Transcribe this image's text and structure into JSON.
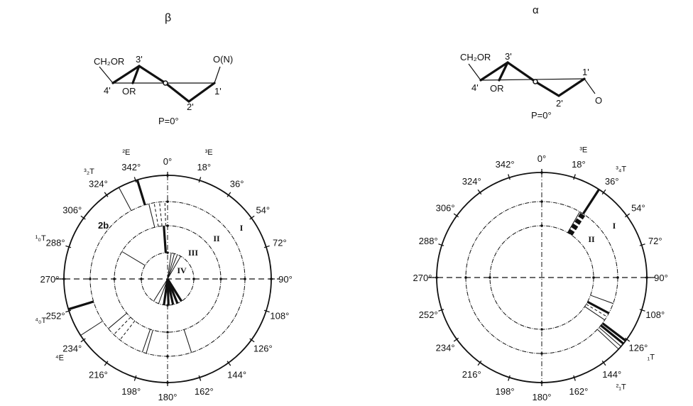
{
  "beta": {
    "title": "β",
    "structure": {
      "ch2or": "CH₂OR",
      "c3": "3'",
      "c4": "4'",
      "or": "OR",
      "c1": "1'",
      "c2": "2'",
      "substituent": "O(N)",
      "phase": "P=0°"
    },
    "wheel": {
      "angle_labels": [
        "0°",
        "18°",
        "36°",
        "54°",
        "72°",
        "90°",
        "108°",
        "126°",
        "144°",
        "162°",
        "180°",
        "198°",
        "216°",
        "234°",
        "252°",
        "270°",
        "288°",
        "306°",
        "324°",
        "342°"
      ],
      "conformations": [
        {
          "label": "³E",
          "angle": 18
        },
        {
          "label": "²E",
          "angle": 342
        },
        {
          "label": "³₂T",
          "angle": 324
        },
        {
          "label": "¹₀T",
          "angle": 288
        },
        {
          "label": "⁴₀T",
          "angle": 252
        },
        {
          "label": "⁴E",
          "angle": 234
        }
      ],
      "regions": [
        "I",
        "II",
        "III",
        "IV"
      ],
      "annotation": "2b",
      "marks": [
        {
          "angle": 343,
          "ring": "I",
          "weight": "thick"
        },
        {
          "angle": 332,
          "ring": "I",
          "weight": "thin"
        },
        {
          "angle": 253,
          "ring": "I",
          "weight": "thick"
        },
        {
          "angle": 237,
          "ring": "I",
          "weight": "thin"
        },
        {
          "angle": 346,
          "ring": "II",
          "weight": "thin"
        },
        {
          "angle": 350,
          "ring": "II",
          "weight": "dashed"
        },
        {
          "angle": 354,
          "ring": "II",
          "weight": "dashed"
        },
        {
          "angle": 358,
          "ring": "II",
          "weight": "dashed"
        },
        {
          "angle": 218,
          "ring": "II",
          "weight": "dashed"
        },
        {
          "angle": 224,
          "ring": "II",
          "weight": "dashed"
        },
        {
          "angle": 230,
          "ring": "II",
          "weight": "thin"
        },
        {
          "angle": 196,
          "ring": "II",
          "weight": "thin"
        },
        {
          "angle": 199,
          "ring": "II",
          "weight": "thin"
        },
        {
          "angle": 162,
          "ring": "II",
          "weight": "thin"
        },
        {
          "angle": 356,
          "ring": "III",
          "weight": "thick"
        },
        {
          "angle": 301,
          "ring": "III",
          "weight": "thin"
        },
        {
          "angle": 8,
          "ring": "IV",
          "weight": "thin"
        },
        {
          "angle": 15,
          "ring": "IV",
          "weight": "thin"
        },
        {
          "angle": 22,
          "ring": "IV",
          "weight": "thin"
        },
        {
          "angle": 30,
          "ring": "IV",
          "weight": "thin"
        },
        {
          "angle": 148,
          "ring": "IV",
          "weight": "thick"
        },
        {
          "angle": 158,
          "ring": "IV",
          "weight": "thick"
        },
        {
          "angle": 168,
          "ring": "IV",
          "weight": "thick"
        },
        {
          "angle": 178,
          "ring": "IV",
          "weight": "thick"
        },
        {
          "angle": 188,
          "ring": "IV",
          "weight": "thick"
        },
        {
          "angle": 200,
          "ring": "IV",
          "weight": "thin"
        },
        {
          "angle": 212,
          "ring": "IV",
          "weight": "thin"
        }
      ]
    }
  },
  "alpha": {
    "title": "α",
    "structure": {
      "ch2or": "CH₂OR",
      "c3": "3'",
      "c4": "4'",
      "or": "OR",
      "c1": "1'",
      "c2": "2'",
      "substituent": "O",
      "phase": "P=0°"
    },
    "wheel": {
      "angle_labels": [
        "0°",
        "18°",
        "36°",
        "54°",
        "72°",
        "90°",
        "108°",
        "126°",
        "144°",
        "162°",
        "180°",
        "198°",
        "216°",
        "234°",
        "252°",
        "270°",
        "288°",
        "306°",
        "324°",
        "342°"
      ],
      "conformations": [
        {
          "label": "³E",
          "angle": 18
        },
        {
          "label": "³₄T",
          "angle": 36
        },
        {
          "label": "₁T",
          "angle": 126
        },
        {
          "label": "²₁T",
          "angle": 144
        }
      ],
      "regions": [
        "I",
        "II"
      ],
      "marks": [
        {
          "angle": 33,
          "ring": "I",
          "weight": "thick"
        },
        {
          "angle": 33,
          "ring": "II",
          "weight": "bar"
        },
        {
          "angle": 30,
          "ring": "II",
          "weight": "thin"
        },
        {
          "angle": 110,
          "ring": "II",
          "weight": "thin"
        },
        {
          "angle": 118,
          "ring": "II",
          "weight": "thick"
        },
        {
          "angle": 121,
          "ring": "II",
          "weight": "dashed"
        },
        {
          "angle": 124,
          "ring": "II",
          "weight": "thin"
        },
        {
          "angle": 127,
          "ring": "I",
          "weight": "thick"
        },
        {
          "angle": 129,
          "ring": "I",
          "weight": "thick"
        },
        {
          "angle": 131,
          "ring": "I",
          "weight": "thin"
        },
        {
          "angle": 133,
          "ring": "I",
          "weight": "thin"
        }
      ]
    }
  }
}
